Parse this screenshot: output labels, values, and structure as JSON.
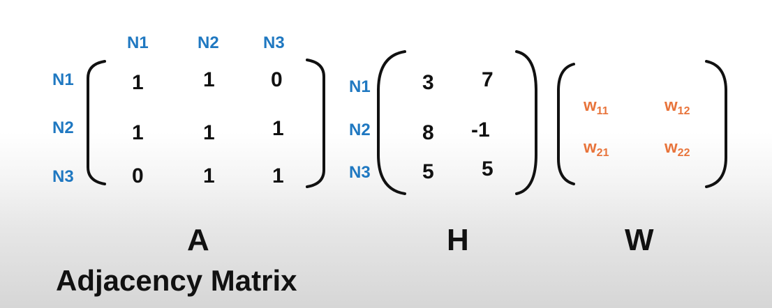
{
  "matrix_a": {
    "col_headers": [
      "N1",
      "N2",
      "N3"
    ],
    "row_headers": [
      "N1",
      "N2",
      "N3"
    ],
    "rows": [
      [
        "1",
        "1",
        "0"
      ],
      [
        "1",
        "1",
        "1"
      ],
      [
        "0",
        "1",
        "1"
      ]
    ],
    "name": "A"
  },
  "matrix_h": {
    "row_headers": [
      "N1",
      "N2",
      "N3"
    ],
    "rows": [
      [
        "3",
        "7"
      ],
      [
        "8",
        "-1"
      ],
      [
        "5",
        "5"
      ]
    ],
    "name": "H"
  },
  "matrix_w": {
    "entries": [
      [
        {
          "base": "w",
          "sub": "11"
        },
        {
          "base": "w",
          "sub": "12"
        }
      ],
      [
        {
          "base": "w",
          "sub": "21"
        },
        {
          "base": "w",
          "sub": "22"
        }
      ]
    ],
    "name": "W"
  },
  "caption": "Adjacency Matrix",
  "colors": {
    "header_blue": "#1f78c1",
    "weight_orange": "#e8743b",
    "text": "#111111"
  }
}
